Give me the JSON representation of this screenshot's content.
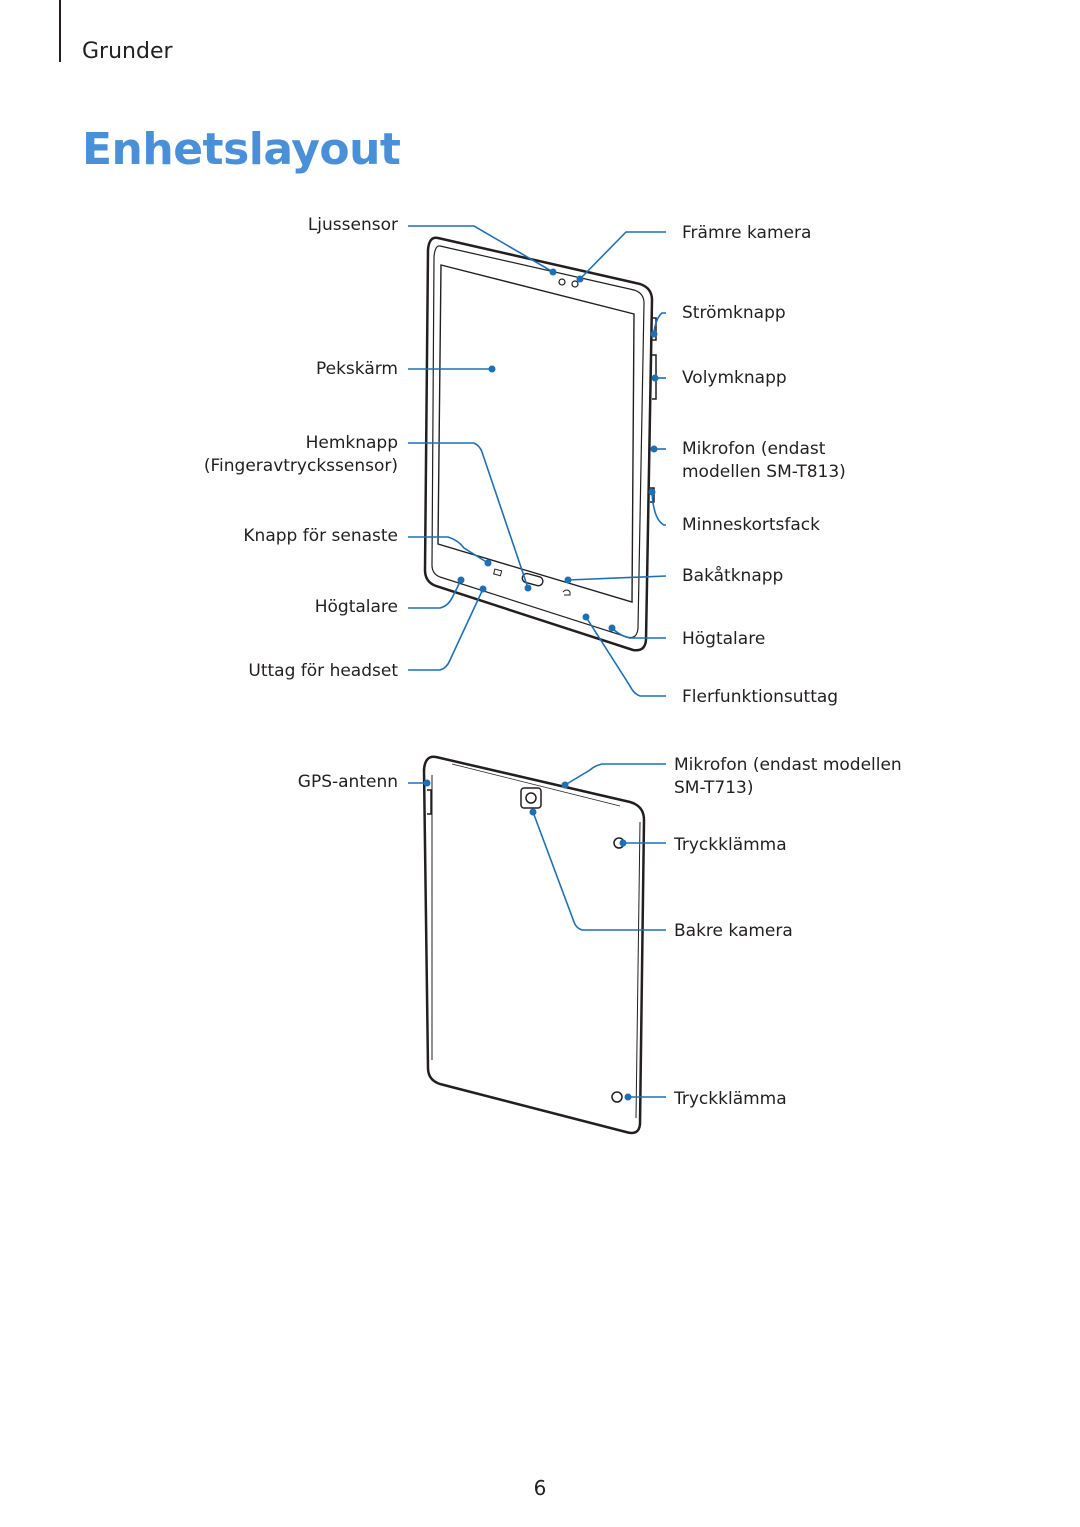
{
  "header": {
    "section": "Grunder",
    "title": "Enhetslayout"
  },
  "front_labels_left": {
    "light_sensor": "Ljussensor",
    "touchscreen": "Pekskärm",
    "home_key": "Hemknapp",
    "fingerprint": "(Fingeravtryckssensor)",
    "recent_key": "Knapp för senaste",
    "speaker": "Högtalare",
    "headset_jack": "Uttag för headset"
  },
  "front_labels_right": {
    "front_camera": "Främre kamera",
    "power_key": "Strömknapp",
    "volume_key": "Volymknapp",
    "mic_line1": "Mikrofon (endast",
    "mic_line2": "modellen SM-T813)",
    "memory_tray": "Minneskortsfack",
    "back_key": "Bakåtknapp",
    "speaker": "Högtalare",
    "multipurpose_jack": "Flerfunktionsuttag"
  },
  "rear_labels": {
    "gps": "GPS-antenn",
    "mic_line1": "Mikrofon (endast modellen",
    "mic_line2": "SM-T713)",
    "clip_top": "Tryckklämma",
    "rear_camera": "Bakre kamera",
    "clip_bottom": "Tryckklämma"
  },
  "footer": {
    "page": "6"
  },
  "colors": {
    "accent": "#4a90d9",
    "callout": "#1f6fb5",
    "ink": "#231f20"
  }
}
